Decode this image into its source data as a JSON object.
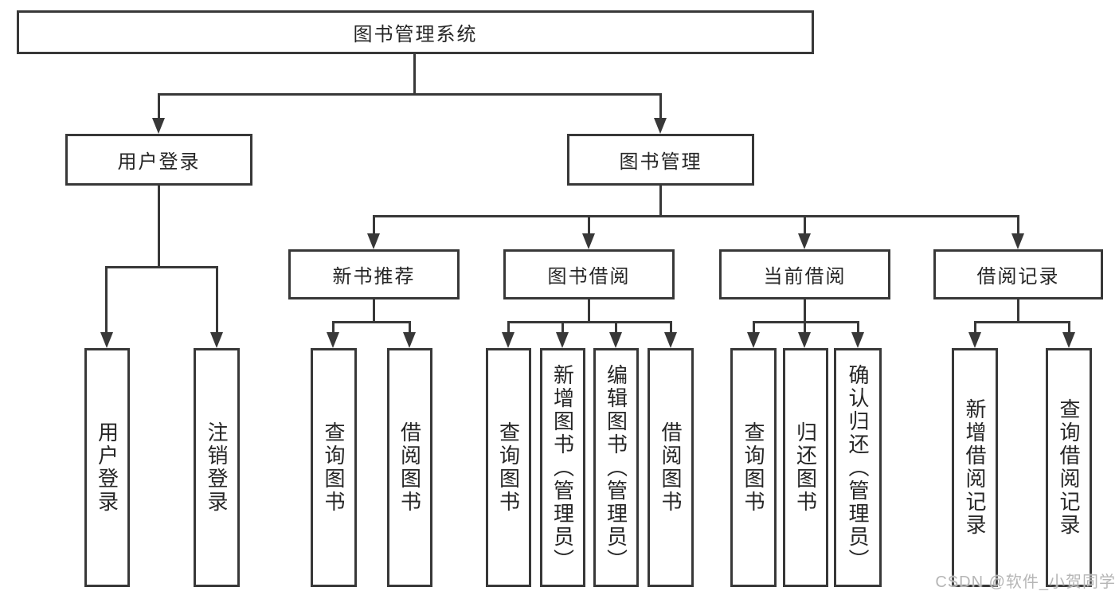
{
  "tree": {
    "label": "图书管理系统",
    "children": [
      {
        "label": "用户登录",
        "children": [
          {
            "label": "用户登录"
          },
          {
            "label": "注销登录"
          }
        ]
      },
      {
        "label": "图书管理",
        "children": [
          {
            "label": "新书推荐",
            "children": [
              {
                "label": "查询图书"
              },
              {
                "label": "借阅图书"
              }
            ]
          },
          {
            "label": "图书借阅",
            "children": [
              {
                "label": "查询图书"
              },
              {
                "label": "新增图书（管理员）"
              },
              {
                "label": "编辑图书（管理员）"
              },
              {
                "label": "借阅图书"
              }
            ]
          },
          {
            "label": "当前借阅",
            "children": [
              {
                "label": "查询图书"
              },
              {
                "label": "归还图书"
              },
              {
                "label": "确认归还（管理员）"
              }
            ]
          },
          {
            "label": "借阅记录",
            "children": [
              {
                "label": "新增借阅记录"
              },
              {
                "label": "查询借阅记录"
              }
            ]
          }
        ]
      }
    ]
  },
  "watermark": {
    "text": "CSDN @软件_小贺同学"
  },
  "colors": {
    "line": "#383838",
    "text": "#262626",
    "box_background": "#ffffff",
    "page_background": "#ffffff",
    "watermark": "#b6b6b6"
  }
}
